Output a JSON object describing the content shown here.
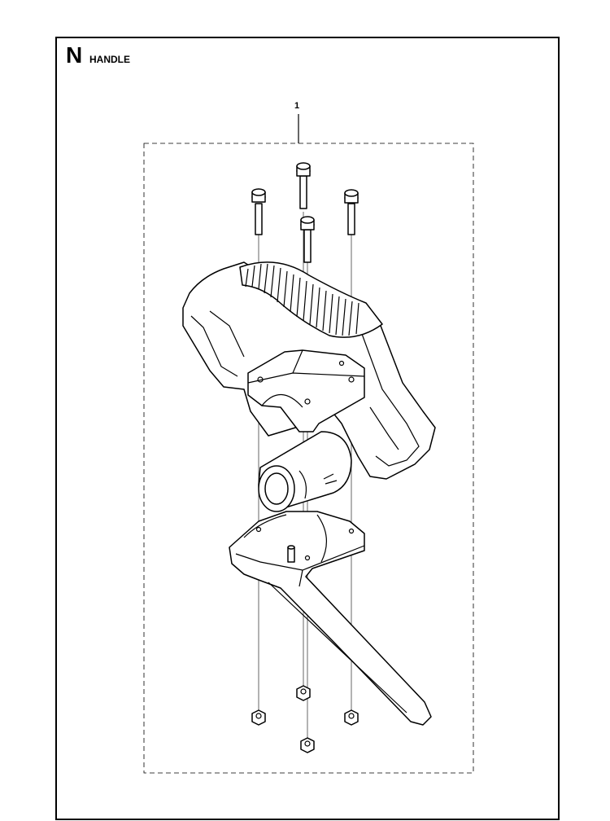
{
  "section": {
    "letter": "N",
    "title": "HANDLE"
  },
  "callouts": [
    {
      "number": "1"
    }
  ]
}
